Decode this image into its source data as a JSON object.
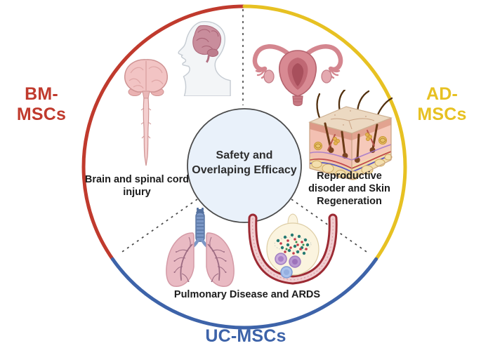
{
  "figure": {
    "center": {
      "line1": "Safety and",
      "line2": "Overlaping Efficacy"
    },
    "sections": {
      "bm": {
        "label": "BM-MSCs",
        "caption_line1": "Brain and spinal cord",
        "caption_line2": "injury",
        "illustrations": [
          "brain-spinal-cord",
          "head-profile-brain"
        ]
      },
      "ad": {
        "label": "AD-MSCs",
        "caption_line1": "Reproductive",
        "caption_line2": "disoder and Skin",
        "caption_line3": "Regeneration",
        "illustrations": [
          "uterus-reproductive-system",
          "skin-cross-section"
        ]
      },
      "uc": {
        "label": "UC-MSCs",
        "caption": "Pulmonary Disease and ARDS",
        "illustrations": [
          "lungs-trachea",
          "blood-vessel-alveolus"
        ]
      }
    }
  },
  "colors": {
    "bm-red": "#c03a2d",
    "ad-yellow": "#e7c122",
    "uc-blue": "#3d63a9",
    "center-circle-fill": "#e9f1fa",
    "center-circle-stroke": "#4b4b4b",
    "dashed-divider": "#4a4a4a",
    "caption-text": "#1c1c1c"
  }
}
